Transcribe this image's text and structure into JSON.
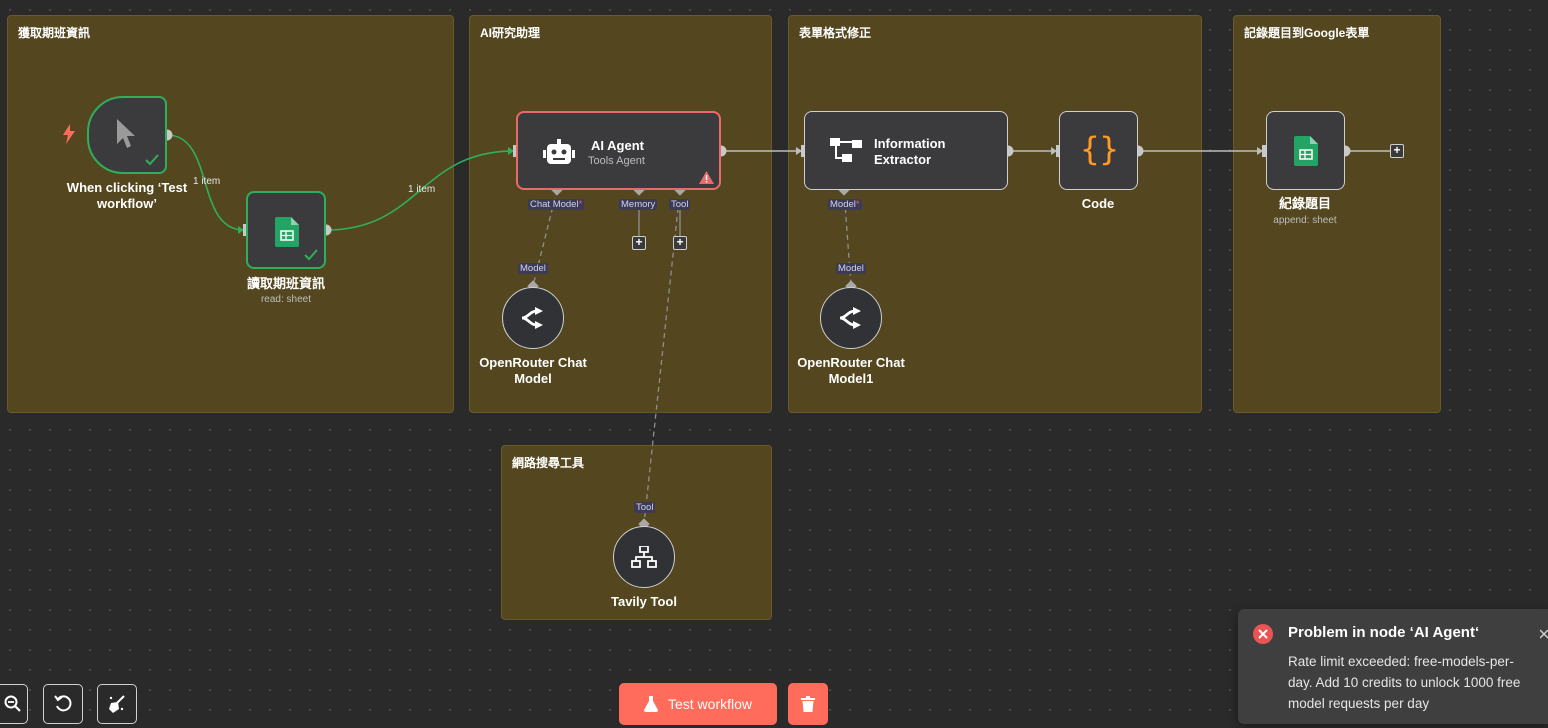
{
  "groups": {
    "g1": "獲取期班資訊",
    "g2": "AI研究助理",
    "g3": "表單格式修正",
    "g4": "記錄題目到Google表單",
    "g5": "網路搜尋工具"
  },
  "nodes": {
    "trigger": {
      "label": "When clicking ‘Test workflow’"
    },
    "read_sheet": {
      "label": "讀取期班資訊",
      "sub": "read: sheet"
    },
    "ai_agent": {
      "label": "AI Agent",
      "sub": "Tools Agent"
    },
    "extractor": {
      "label": "Information Extractor"
    },
    "code": {
      "label": "Code"
    },
    "record": {
      "label": "紀錄題目",
      "sub": "append: sheet"
    },
    "openrouter1": {
      "label": "OpenRouter Chat Model"
    },
    "openrouter2": {
      "label": "OpenRouter Chat Model1"
    },
    "tavily": {
      "label": "Tavily Tool"
    }
  },
  "ports": {
    "chat_model": "Chat Model",
    "required_mark": "*",
    "memory": "Memory",
    "tool": "Tool",
    "model": "Model",
    "model_in": "Model",
    "model_in2": "Model",
    "tool_in": "Tool"
  },
  "connections": {
    "c1": "1 item",
    "c2": "1 item"
  },
  "toolbar": {
    "test_workflow": "Test workflow"
  },
  "toast": {
    "title": "Problem in node ‘AI Agent‘",
    "message": "Rate limit exceeded: free-models-per-day. Add 10 credits to unlock 1000 free model requests per day"
  },
  "colors": {
    "group_bg": "#54471f",
    "accent": "#ff6c5c",
    "success": "#2fae5b",
    "error": "#ea6a6a",
    "code_icon": "#ff9922"
  }
}
